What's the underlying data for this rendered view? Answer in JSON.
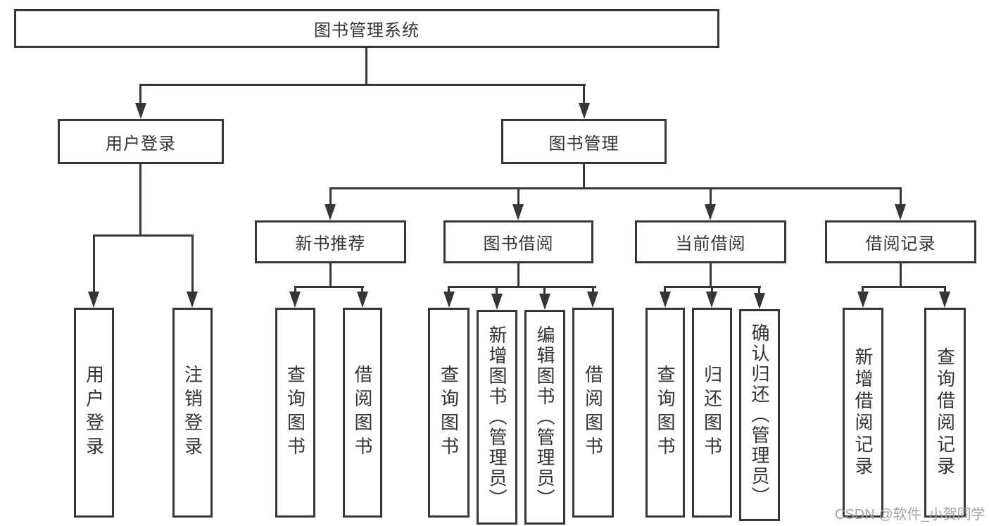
{
  "nodes": {
    "root": "图书管理系统",
    "user_login": "用户登录",
    "book_management": "图书管理",
    "new_book_recommend": "新书推荐",
    "book_borrowing": "图书借阅",
    "current_borrowing": "当前借阅",
    "borrowing_records": "借阅记录",
    "leaf_user_login": "用户登录",
    "leaf_logout": "注销登录",
    "leaf_recommend_search_books": "查询图书",
    "leaf_recommend_borrow_books": "借阅图书",
    "leaf_borrow_search_books": "查询图书",
    "leaf_borrow_add_books": "新增图书（管理员）",
    "leaf_borrow_edit_books": "编辑图书（管理员）",
    "leaf_borrow_borrow_books": "借阅图书",
    "leaf_current_search_books": "查询图书",
    "leaf_current_return_books": "归还图书",
    "leaf_current_confirm_return": "确认归还（管理员）",
    "leaf_records_add_record": "新增借阅记录",
    "leaf_records_search_record": "查询借阅记录"
  },
  "watermark": "CSDN @软件_小贺同学"
}
